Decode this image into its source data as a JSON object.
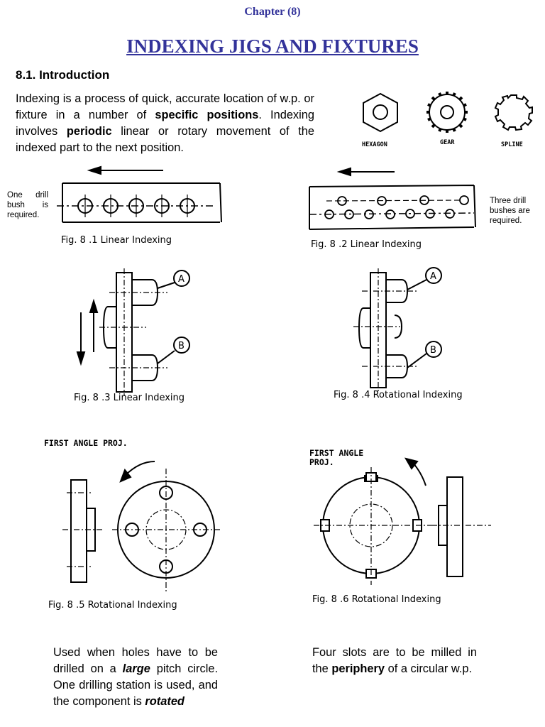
{
  "chapter": "Chapter  (8)",
  "title": "INDEXING JIGS AND FIXTURES",
  "section": "8.1. Introduction",
  "intro": {
    "p1": "Indexing is a process of quick, accurate location of w.p. or fixture in a number of ",
    "b1": "specific positions",
    "p2": ". Indexing involves ",
    "b2": "periodic",
    "p3": " linear or rotary movement of the indexed part to the next position."
  },
  "shapes": {
    "hexagon": "HEXAGON",
    "gear": "GEAR",
    "spline": "SPLINE"
  },
  "notes": {
    "one_bush": "One drill bush is required.",
    "three_bushes": "Three drill bushes are required."
  },
  "figures": {
    "f1": "Fig. 8 .1  Linear Indexing",
    "f2": "Fig. 8 .2  Linear Indexing",
    "f3": "Fig. 8 .3  Linear Indexing",
    "f4": "Fig. 8 .4  Rotational Indexing",
    "f5": "Fig. 8 .5  Rotational Indexing",
    "f6": "Fig. 8 .6  Rotational Indexing"
  },
  "labels": {
    "a": "A",
    "b": "B",
    "first_angle_5": "FIRST ANGLE  PROJ.",
    "first_angle_6a": "FIRST ANGLE",
    "first_angle_6b": "PROJ."
  },
  "bottom": {
    "left": {
      "t1": "Used when holes have to be drilled on a ",
      "b1": "large",
      "t2": " pitch circle. One drilling station is used, and the component is ",
      "b2": "rotated"
    },
    "right": {
      "t1": "Four slots are to be milled in the ",
      "b1": "periphery",
      "t2": " of a circular w.p."
    }
  }
}
